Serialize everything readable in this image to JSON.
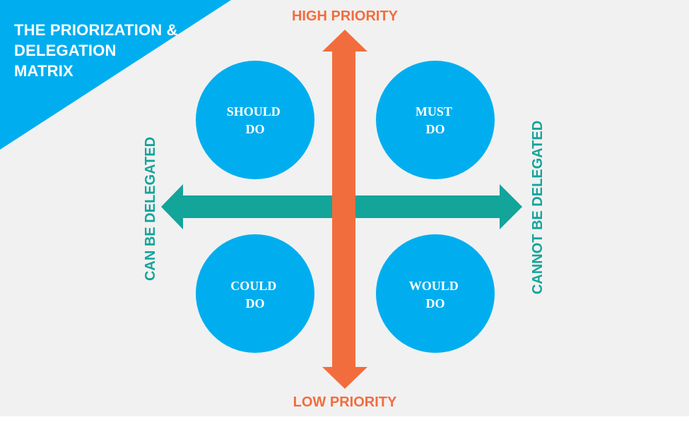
{
  "title": {
    "lines": [
      "THE PRIORIZATION &",
      "DELEGATION",
      "MATRIX"
    ]
  },
  "axes": {
    "top": "HIGH PRIORITY",
    "bottom": "LOW PRIORITY",
    "left": "CAN BE DELEGATED",
    "right": "CANNOT BE DELEGATED"
  },
  "quadrants": {
    "should": {
      "line1": "SHOULD",
      "line2": "DO"
    },
    "must": {
      "line1": "MUST",
      "line2": "DO"
    },
    "could": {
      "line1": "COULD",
      "line2": "DO"
    },
    "would": {
      "line1": "WOULD",
      "line2": "DO"
    }
  },
  "colors": {
    "banner": "#00aeef",
    "circle": "#00aeef",
    "priority_arrow": "#f26d3d",
    "delegation_arrow": "#13a49a",
    "panel_background": "#f1f1f1"
  },
  "icons": {
    "priority_axis": "double-headed-vertical-arrow",
    "delegation_axis": "double-headed-horizontal-arrow"
  }
}
